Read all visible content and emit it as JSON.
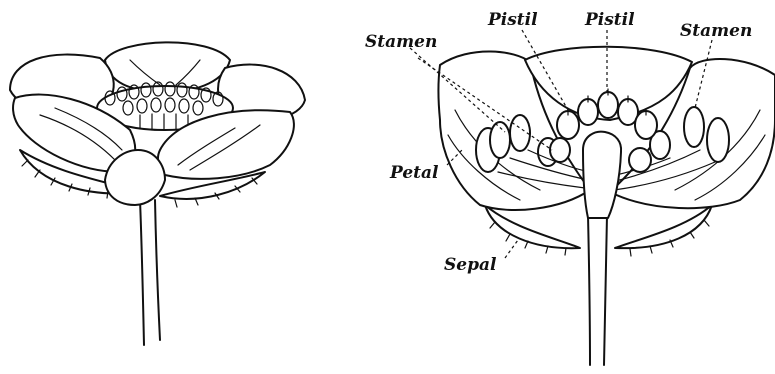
{
  "labels": {
    "pistil_left": "Pistil",
    "pistil_right": "Pistil",
    "stamen_left": "Stamen",
    "stamen_right": "Stamen",
    "petal": "Petal",
    "sepal": "Sepal"
  },
  "colors": {
    "ink": "#111111",
    "paper": "#ffffff"
  }
}
